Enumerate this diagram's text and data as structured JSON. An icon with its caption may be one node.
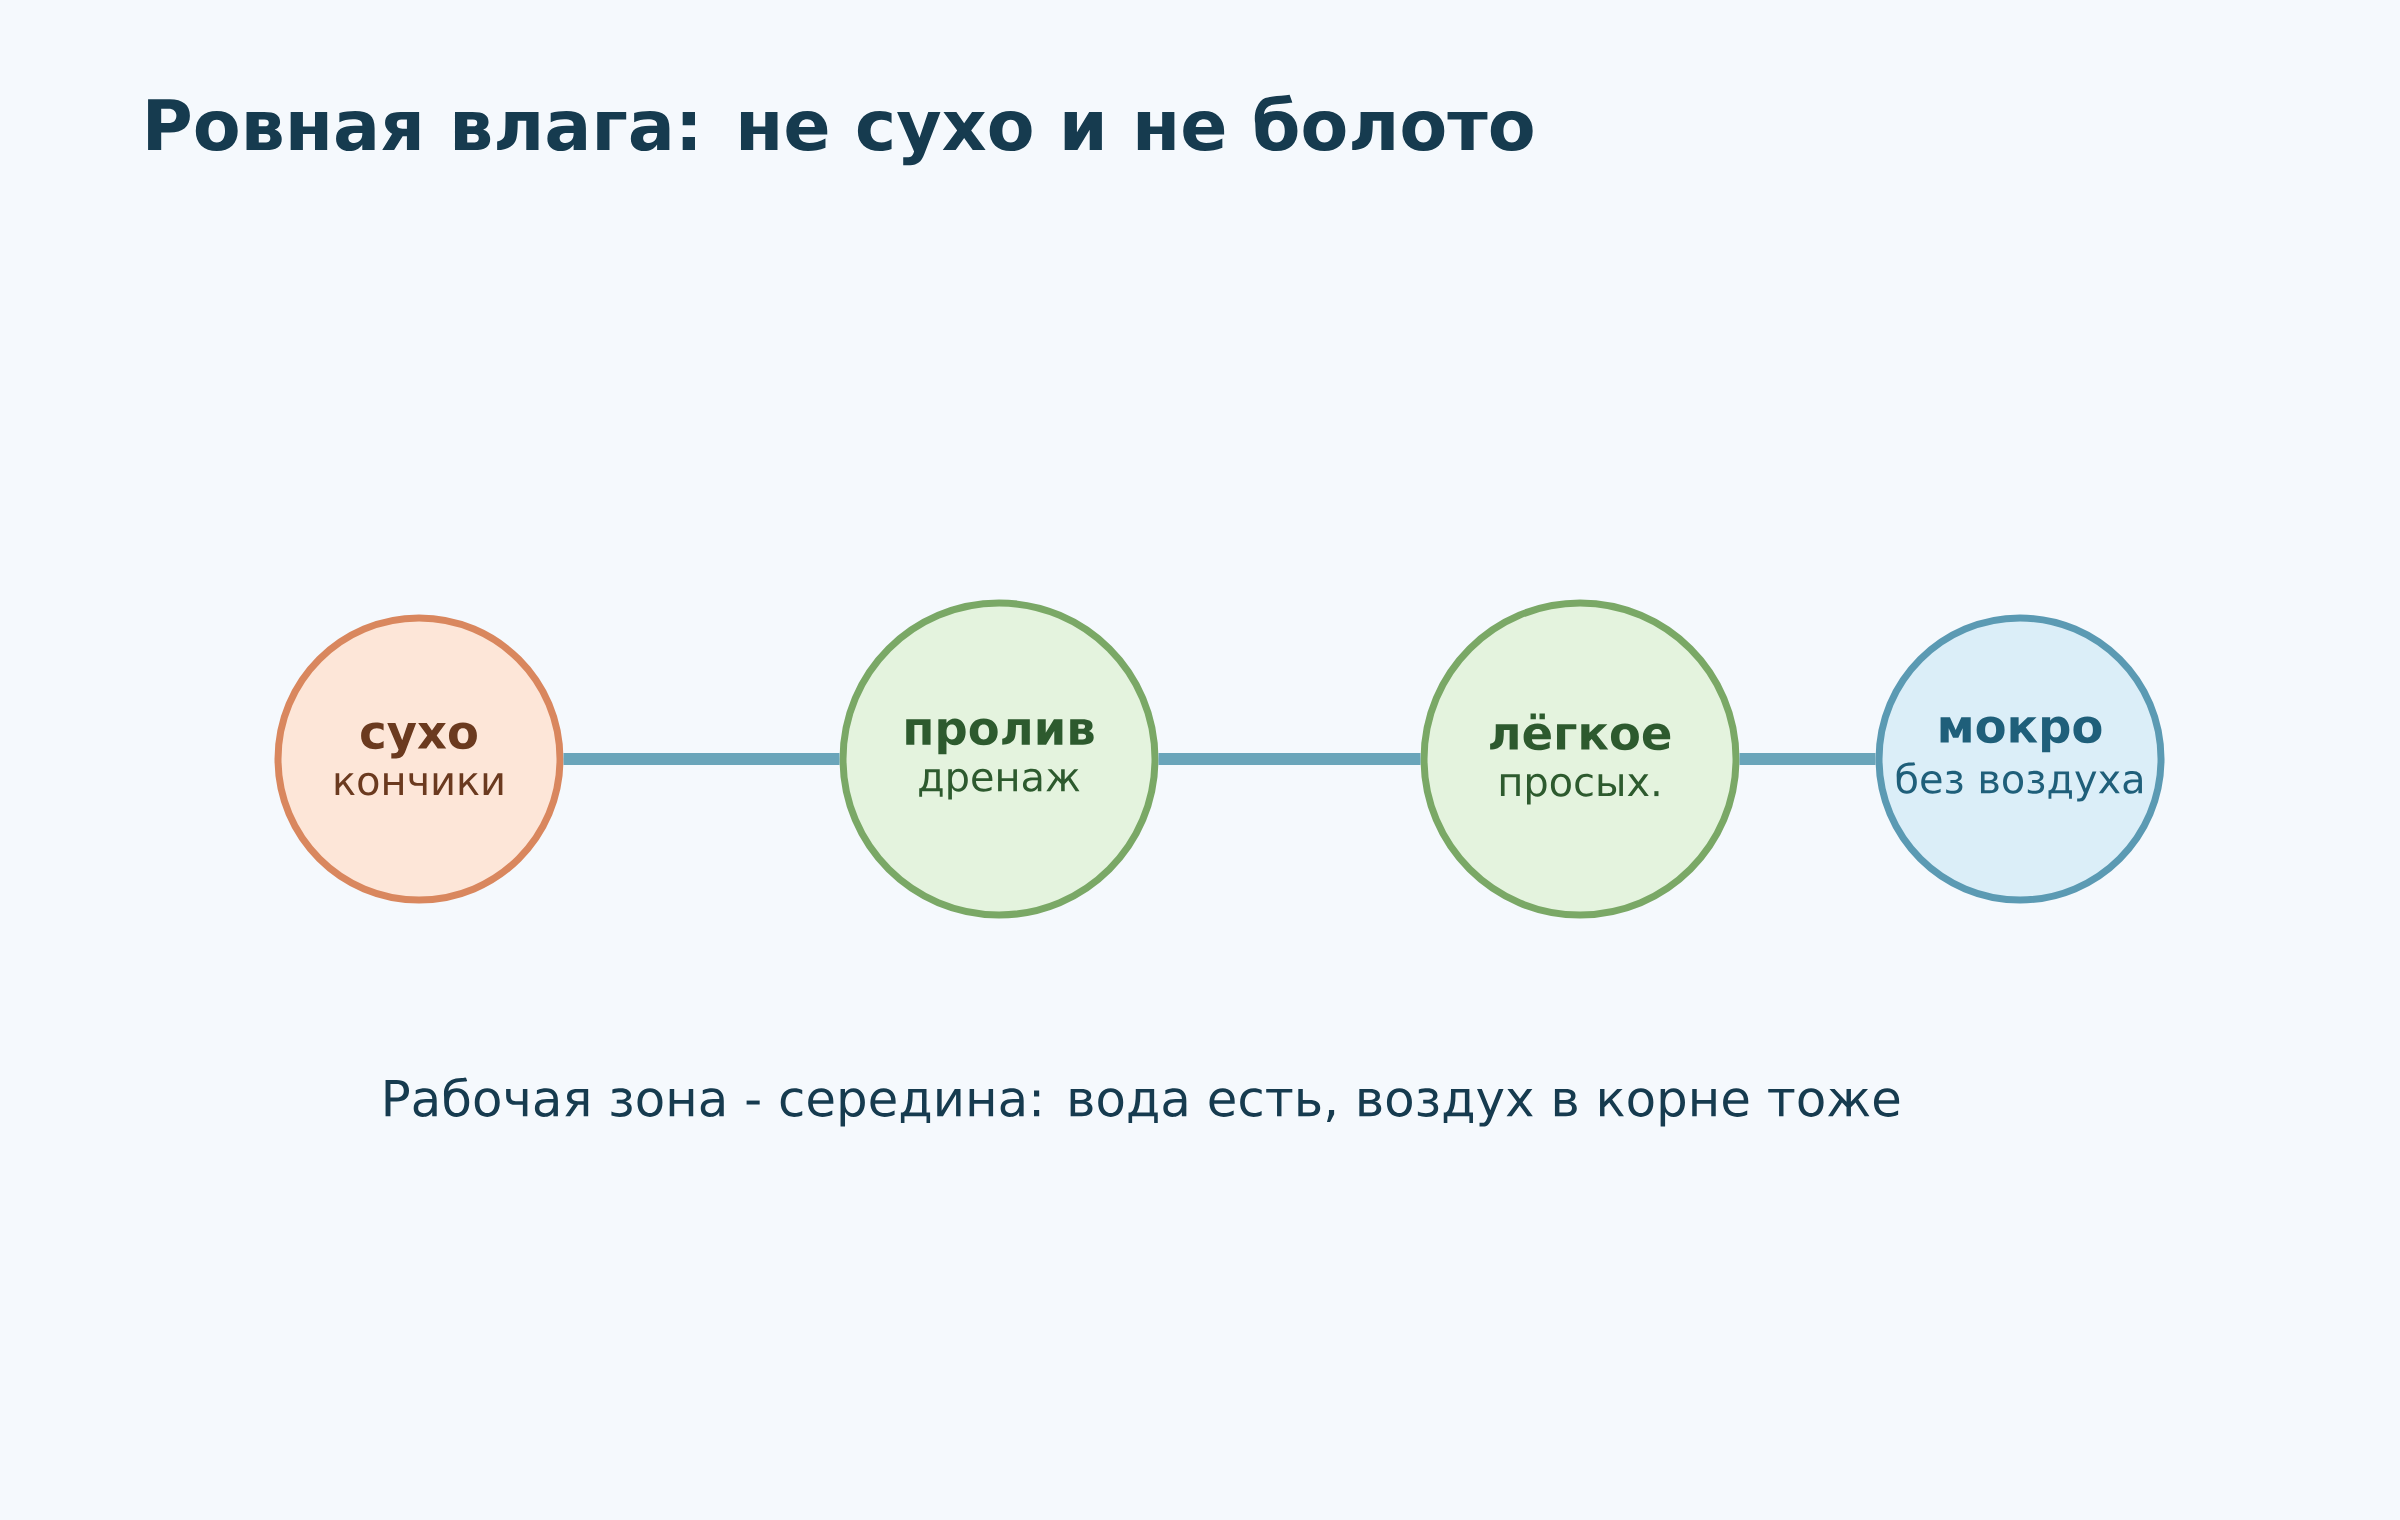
{
  "diagram": {
    "title": "Ровная влага: не сухо и не болото",
    "nodes": [
      {
        "text": [
          "сухо",
          "кончики"
        ]
      },
      {
        "text": [
          "пролив",
          "дренаж"
        ]
      },
      {
        "text": [
          "лёгкое",
          "просых."
        ]
      },
      {
        "text": [
          "мокро",
          "без воздуха"
        ]
      }
    ],
    "edges": [
      {
        "from": 0,
        "to": 1,
        "arrow": "none"
      },
      {
        "from": 1,
        "to": 2,
        "arrow": "none"
      },
      {
        "from": 2,
        "to": 3,
        "arrow": "none"
      }
    ],
    "caption": "Рабочая зона - середина: вода есть, воздух в корне тоже"
  }
}
